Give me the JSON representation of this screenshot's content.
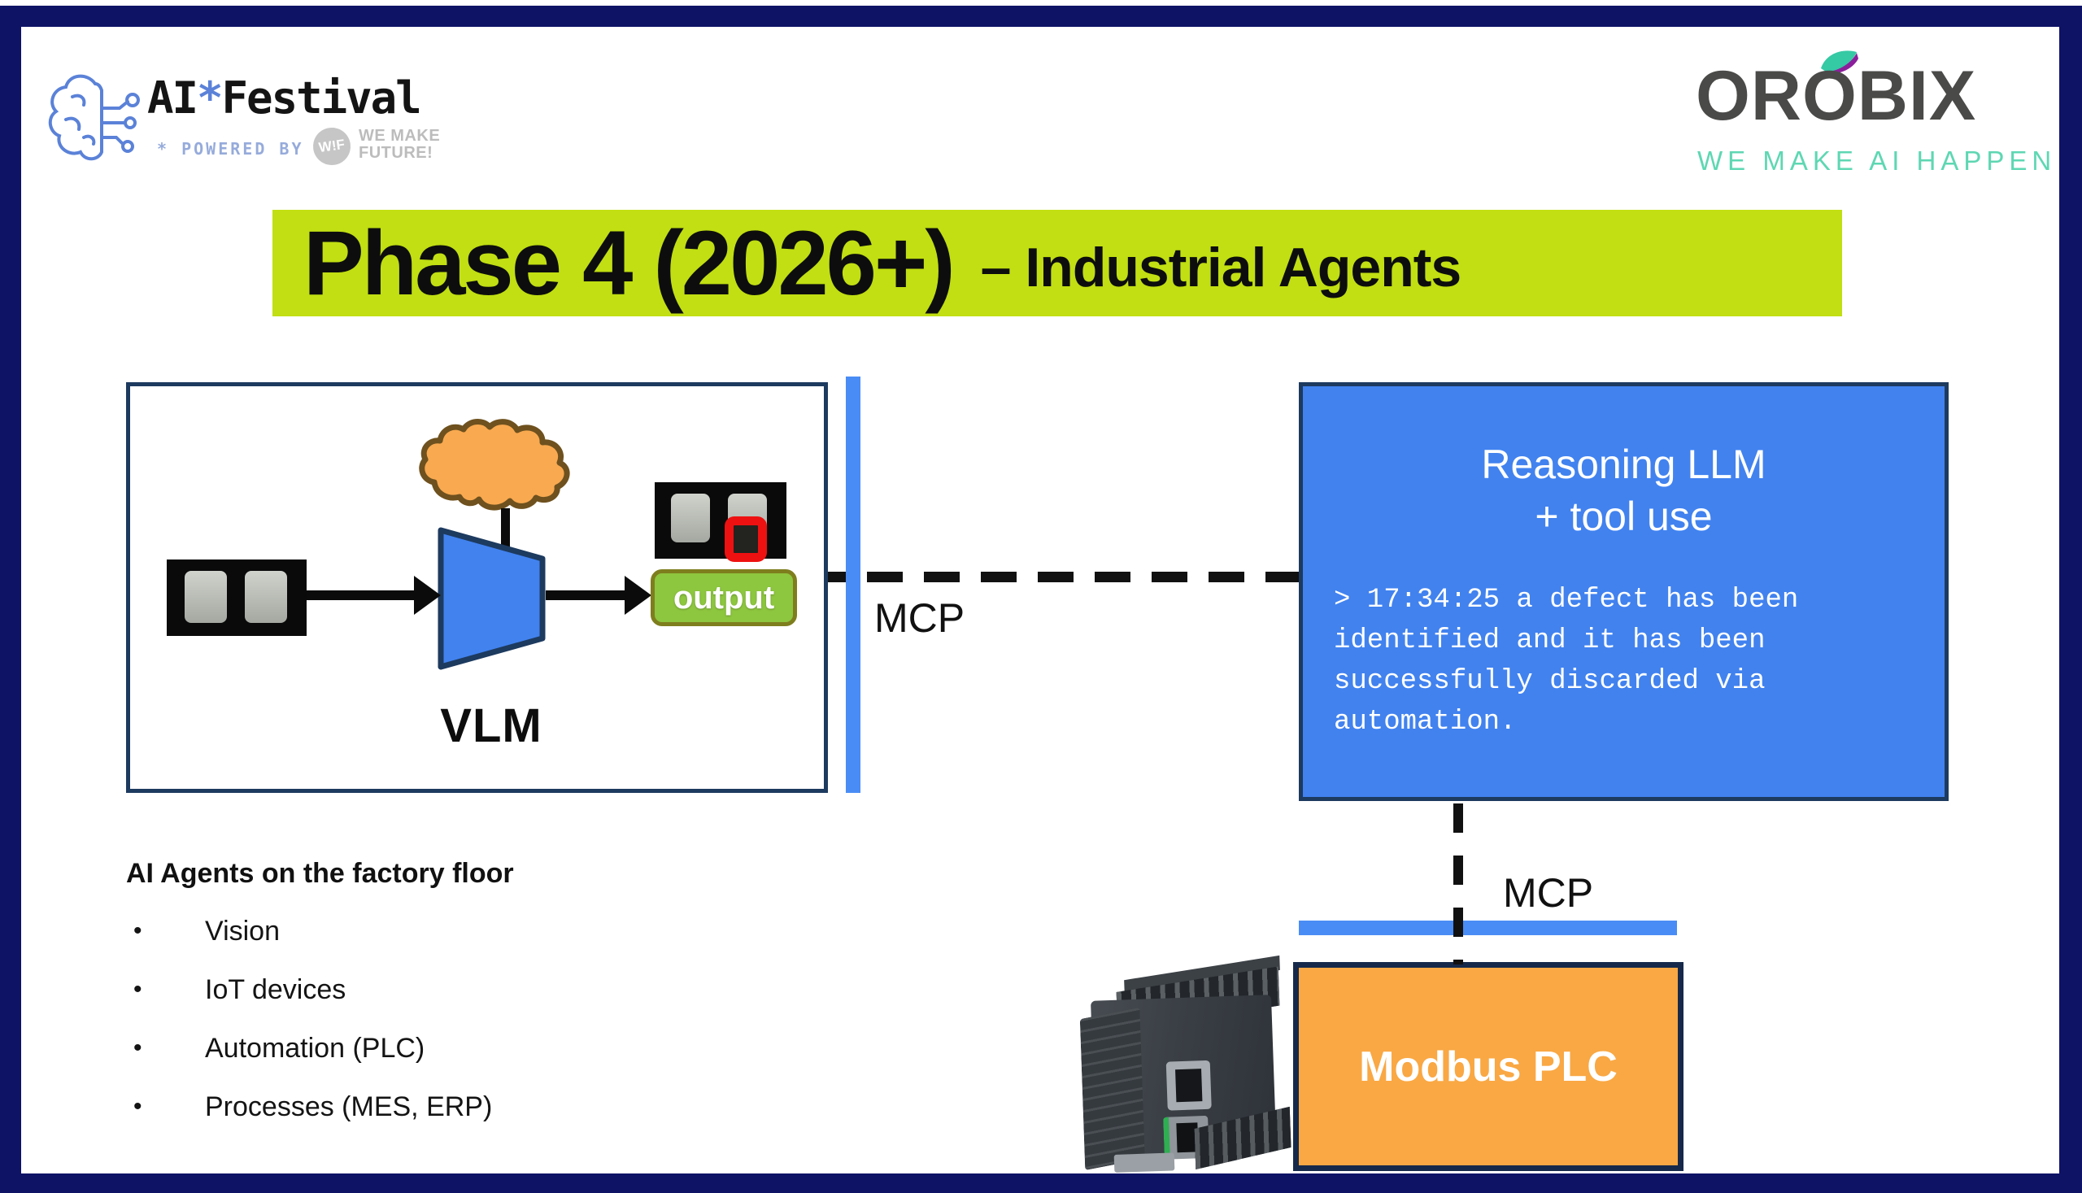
{
  "header": {
    "ai_festival": {
      "ai": "AI",
      "star": "*",
      "festival": "Festival",
      "powered_by": "* POWERED BY",
      "wmf_badge": "W!F",
      "wmf_line1": "WE MAKE",
      "wmf_line2": "FUTURE!"
    },
    "orobix": {
      "name": "OROBIX",
      "tagline": "WE MAKE AI HAPPEN"
    }
  },
  "title": {
    "main": "Phase 4 (2026+)",
    "subtitle": "– Industrial Agents",
    "highlight_color": "#c1df12"
  },
  "vlm": {
    "label": "VLM",
    "output_label": "output"
  },
  "mcp": {
    "bus_left_label": "MCP",
    "bus_bottom_label": "MCP",
    "bus_color": "#4a8cf5"
  },
  "reasoning": {
    "title_line1": "Reasoning LLM",
    "title_line2": "+ tool use",
    "box_color": "#4182ef",
    "terminal_lines": [
      "> 17:34:25 a defect has been",
      "identified and it has been",
      "successfully discarded via",
      "automation."
    ]
  },
  "plc": {
    "label": "Modbus PLC",
    "box_color": "#f9a844"
  },
  "factory": {
    "heading": "AI Agents on the factory floor",
    "bullet": "•",
    "items": [
      "Vision",
      "IoT devices",
      "Automation (PLC)",
      "Processes (MES, ERP)"
    ]
  },
  "colors": {
    "frame": "#0e1366",
    "diagram_border": "#1d3a5f",
    "output_green": "#8dc63f",
    "defect_red": "#ee1111",
    "cloud_orange": "#f9a950"
  }
}
